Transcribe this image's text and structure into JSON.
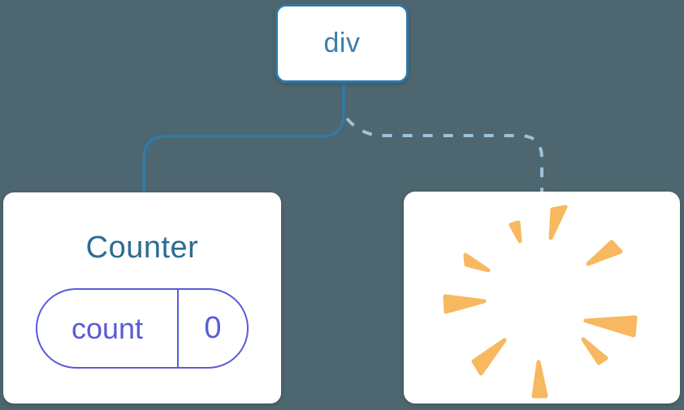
{
  "tree": {
    "root": {
      "label": "div"
    },
    "children": [
      {
        "type": "component",
        "title": "Counter",
        "connector": "solid",
        "state": {
          "name": "count",
          "value": "0"
        }
      },
      {
        "type": "removed-component",
        "connector": "dashed",
        "icon": "poof-burst-icon"
      }
    ]
  },
  "colors": {
    "background": "#4e666f",
    "node_fill": "#ffffff",
    "root_border": "#2f79a9",
    "root_label": "#3b80aa",
    "solid_connector": "#327aa8",
    "dashed_connector": "#9cc2d9",
    "component_title": "#2d6c92",
    "state_accent": "#5a5ad8",
    "poof_orange": "#f8b860"
  }
}
